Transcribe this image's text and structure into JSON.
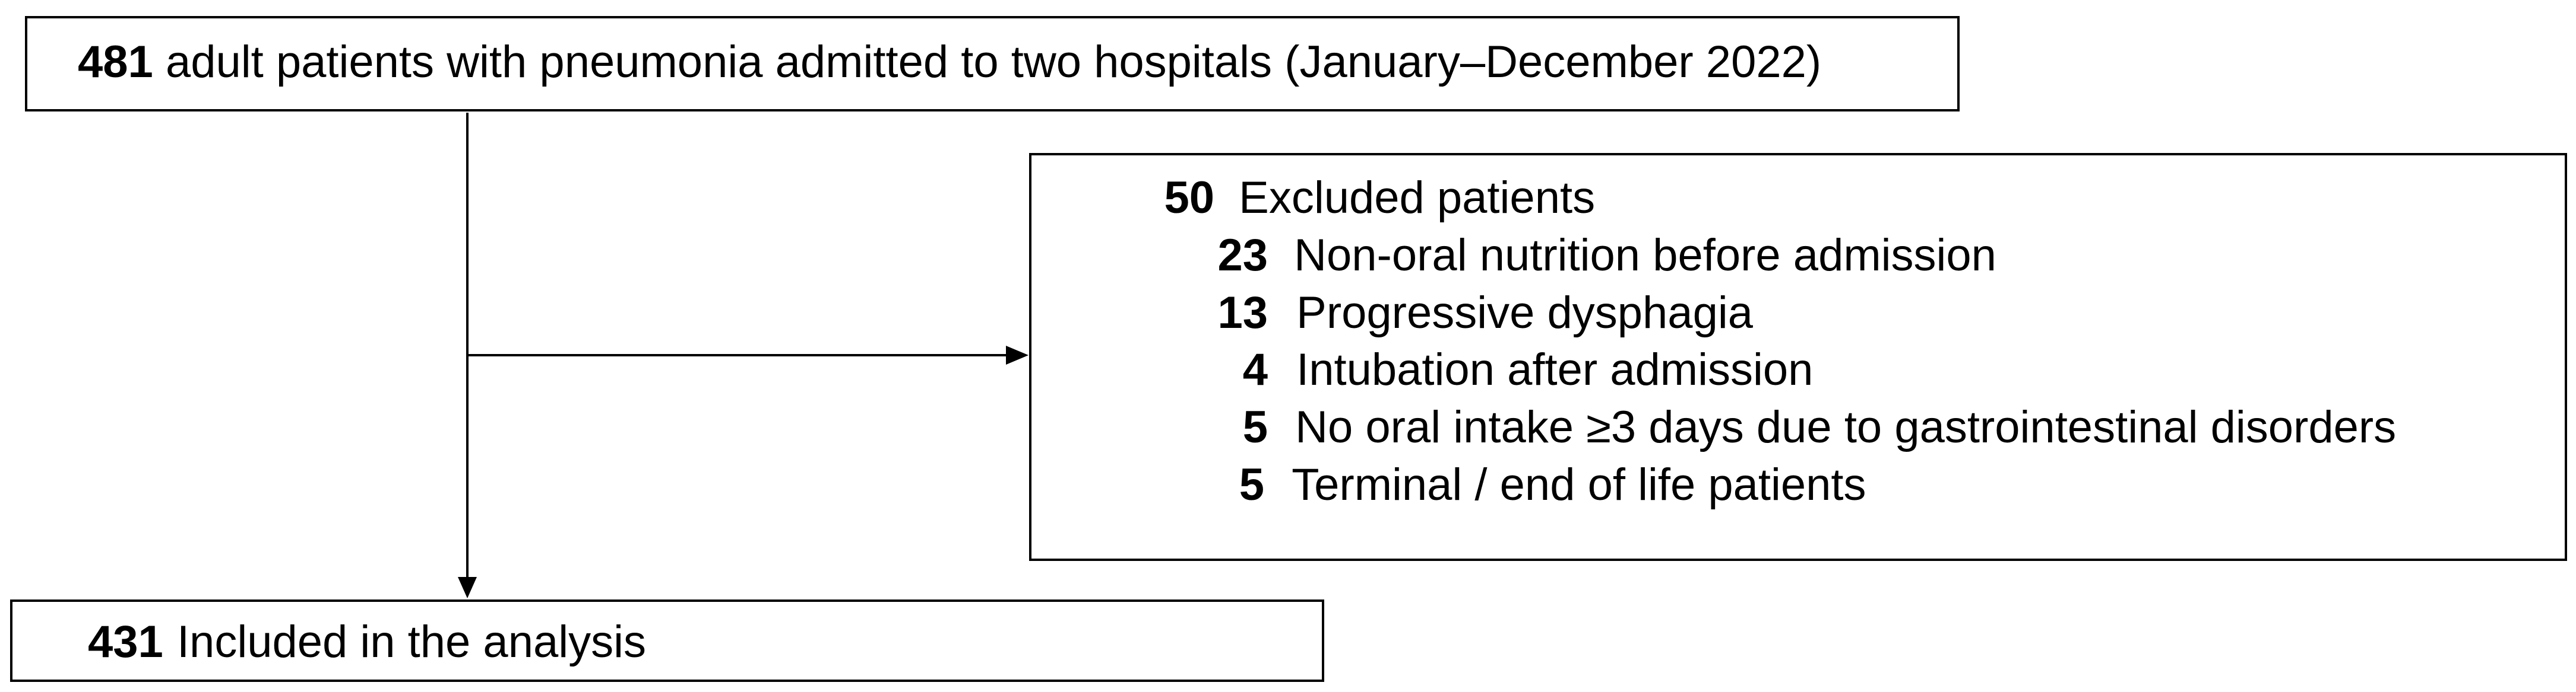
{
  "flow": {
    "source": {
      "count": "481",
      "label": "adult patients with pneumonia admitted to two hospitals (January–December 2022)"
    },
    "excluded": {
      "count": "50",
      "label": "Excluded patients",
      "reasons": [
        {
          "count": "23",
          "label": "Non-oral nutrition before admission"
        },
        {
          "count": "13",
          "label": "Progressive dysphagia"
        },
        {
          "count": "4",
          "label": "Intubation after admission"
        },
        {
          "count": "5",
          "label": "No oral intake ≥3 days due to gastrointestinal disorders"
        },
        {
          "count": "5",
          "label": "Terminal / end of life patients"
        }
      ]
    },
    "included": {
      "count": "431",
      "label": "Included in the analysis"
    }
  }
}
